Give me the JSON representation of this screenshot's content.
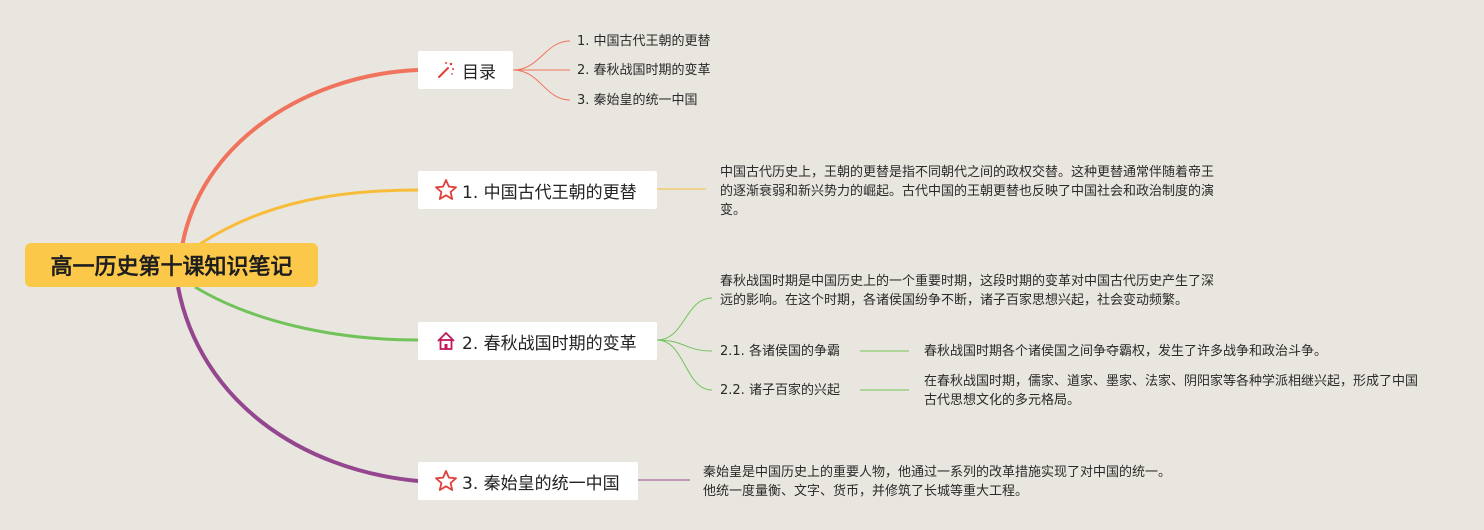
{
  "root": {
    "title": "高一历史第十课知识笔记"
  },
  "toc": {
    "label": "目录",
    "items": [
      "1. 中国古代王朝的更替",
      "2. 春秋战国时期的变革",
      "3. 秦始皇的统一中国"
    ]
  },
  "topic1": {
    "label": "1. 中国古代王朝的更替",
    "desc": "中国古代历史上，王朝的更替是指不同朝代之间的政权交替。这种更替通常伴随着帝王的逐渐衰弱和新兴势力的崛起。古代中国的王朝更替也反映了中国社会和政治制度的演变。"
  },
  "topic2": {
    "label": "2. 春秋战国时期的变革",
    "desc": "春秋战国时期是中国历史上的一个重要时期，这段时期的变革对中国古代历史产生了深远的影响。在这个时期，各诸侯国纷争不断，诸子百家思想兴起，社会变动频繁。",
    "sub1": {
      "label": "2.1. 各诸侯国的争霸",
      "desc": "春秋战国时期各个诸侯国之间争夺霸权，发生了许多战争和政治斗争。"
    },
    "sub2": {
      "label": "2.2. 诸子百家的兴起",
      "desc": "在春秋战国时期，儒家、道家、墨家、法家、阴阳家等各种学派相继兴起，形成了中国古代思想文化的多元格局。"
    }
  },
  "topic3": {
    "label": "3. 秦始皇的统一中国",
    "desc": "秦始皇是中国历史上的重要人物，他通过一系列的改革措施实现了对中国的统一。他统一度量衡、文字、货币，并修筑了长城等重大工程。"
  },
  "colors": {
    "background": "#e9e6df",
    "root": "#fcc84a",
    "toc_branch": "#f0735d",
    "topic1_branch": "#f7bd3a",
    "topic2_branch": "#72c25a",
    "topic3_branch": "#94478f",
    "star_icon": "#e0413a",
    "house_icon": "#c2185b"
  },
  "icons": {
    "toc": "magic-wand-icon",
    "topic1": "star-icon",
    "topic2": "house-icon",
    "topic3": "star-icon"
  }
}
